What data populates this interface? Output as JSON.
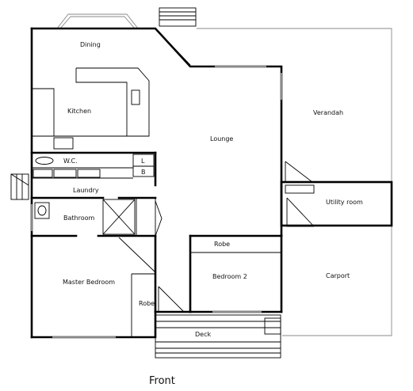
{
  "rooms": {
    "dining": "Dining",
    "kitchen": "Kitchen",
    "lounge": "Lounge",
    "verandah": "Verandah",
    "wc": "W.C.",
    "linen": "L",
    "broom": "B",
    "laundry": "Laundry",
    "bathroom": "Bathroom",
    "utility_room": "Utility room",
    "robe_bedroom2": "Robe",
    "bedroom2": "Bedroom 2",
    "master_bedroom": "Master Bedroom",
    "robe_master": "Robe",
    "carport": "Carport",
    "deck": "Deck"
  },
  "front_label": "Front"
}
